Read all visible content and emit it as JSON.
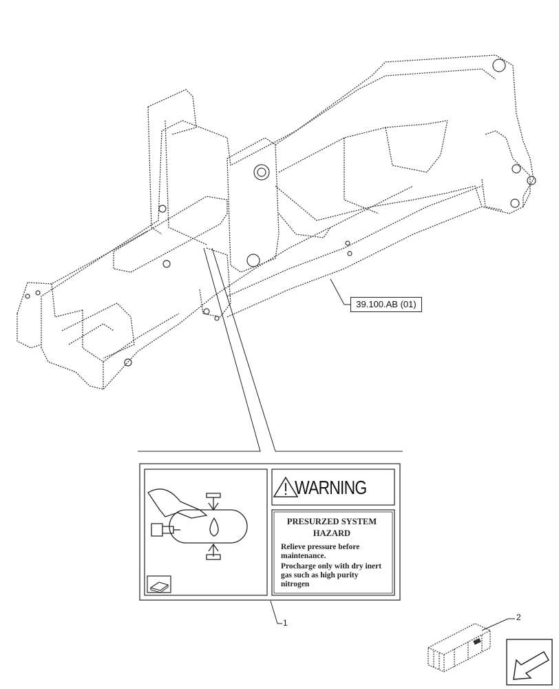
{
  "reference_label": "39.100.AB (01)",
  "callouts": {
    "decal": "1",
    "package": "2"
  },
  "decal": {
    "warning_title": "WARNING",
    "hazard_line1": "PRESURZED SYSTEM",
    "hazard_line2": "HAZARD",
    "body_lines": [
      "Relieve pressure before",
      "maintenance.",
      "Procharge only with dry inert",
      "gas such as high purity",
      "nitrogen"
    ]
  },
  "icons": {
    "warning_triangle": "warning-triangle-icon",
    "manual": "operator-manual-icon",
    "navigation_arrow": "nav-arrow-icon"
  }
}
